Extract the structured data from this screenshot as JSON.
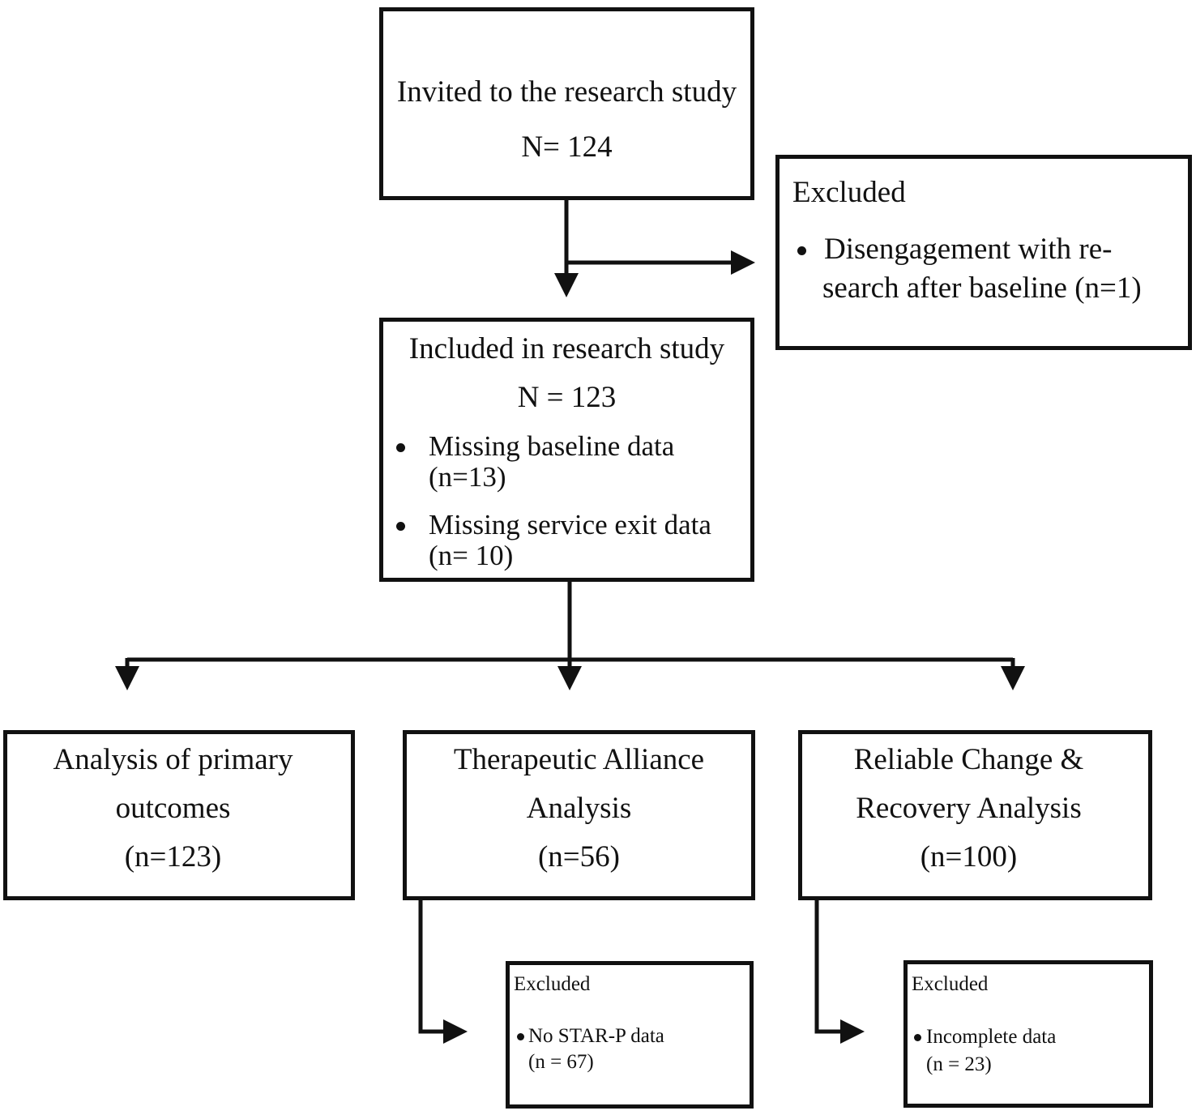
{
  "invited": {
    "title": "Invited to the research study",
    "count": "N= 124"
  },
  "excluded_top": {
    "title": "Excluded",
    "item_line1": "Disengagement with re-",
    "item_line2": "search after baseline (n=1)"
  },
  "included": {
    "title": "Included in research study",
    "count": "N = 123",
    "items": [
      {
        "line1": "Missing baseline data",
        "line2": "(n=13)"
      },
      {
        "line1": "Missing service exit data",
        "line2": "(n= 10)"
      }
    ]
  },
  "analyses": [
    {
      "line1": "Analysis of primary",
      "line2": "outcomes",
      "count": "(n=123)"
    },
    {
      "line1": "Therapeutic Alliance",
      "line2": "Analysis",
      "count": "(n=56)"
    },
    {
      "line1": "Reliable Change &",
      "line2": "Recovery Analysis",
      "count": "(n=100)"
    }
  ],
  "excluded_alliance": {
    "title": "Excluded",
    "item_line1": "No STAR-P data",
    "item_line2": "(n = 67)"
  },
  "excluded_recovery": {
    "title": "Excluded",
    "item_line1": "Incomplete data",
    "item_line2": "(n = 23)"
  },
  "colors": {
    "stroke": "#111111",
    "background": "#ffffff"
  }
}
